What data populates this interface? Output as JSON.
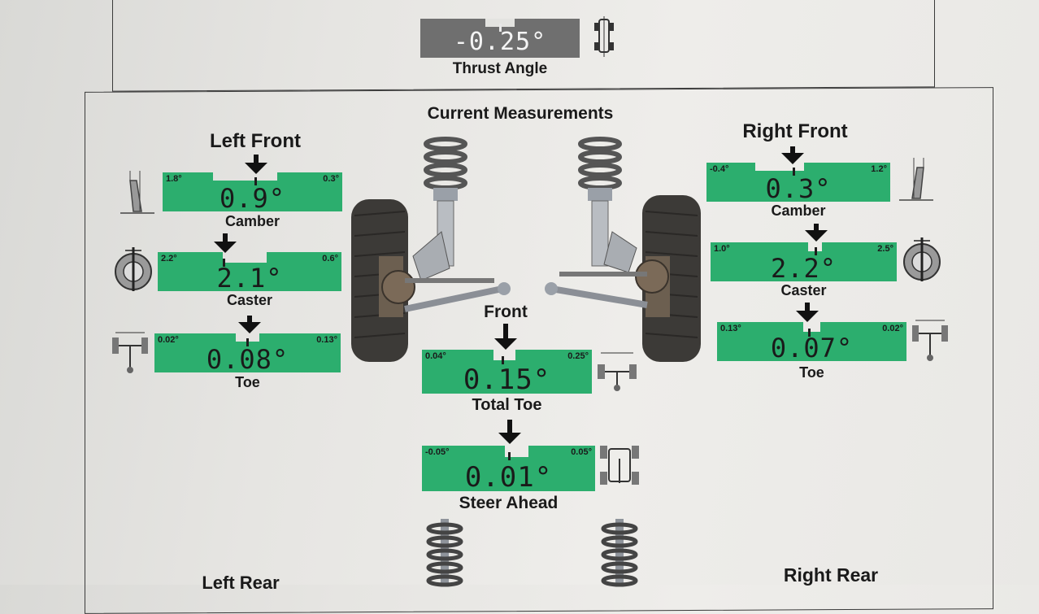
{
  "thrust": {
    "value": "-0.25°",
    "label": "Thrust Angle",
    "icon": "car-top-icon"
  },
  "section_title": "Current Measurements",
  "left_front": {
    "title": "Left Front",
    "camber": {
      "min": "1.8°",
      "max": "0.3°",
      "value": "0.9°",
      "label": "Camber"
    },
    "caster": {
      "min": "2.2°",
      "max": "0.6°",
      "value": "2.1°",
      "label": "Caster"
    },
    "toe": {
      "min": "0.02°",
      "max": "0.13°",
      "value": "0.08°",
      "label": "Toe"
    }
  },
  "right_front": {
    "title": "Right Front",
    "camber": {
      "min": "-0.4°",
      "max": "1.2°",
      "value": "0.3°",
      "label": "Camber"
    },
    "caster": {
      "min": "1.0°",
      "max": "2.5°",
      "value": "2.2°",
      "label": "Caster"
    },
    "toe": {
      "min": "0.13°",
      "max": "0.02°",
      "value": "0.07°",
      "label": "Toe"
    }
  },
  "front": {
    "title": "Front",
    "total_toe": {
      "min": "0.04°",
      "max": "0.25°",
      "value": "0.15°",
      "label": "Total Toe"
    },
    "steer_ahead": {
      "min": "-0.05°",
      "max": "0.05°",
      "value": "0.01°",
      "label": "Steer Ahead"
    }
  },
  "left_rear": {
    "title": "Left Rear"
  },
  "right_rear": {
    "title": "Right Rear"
  },
  "colors": {
    "gauge_green": "#2cae6e",
    "thrust_gray": "#6e6e6e",
    "text": "#1a1a1a"
  }
}
